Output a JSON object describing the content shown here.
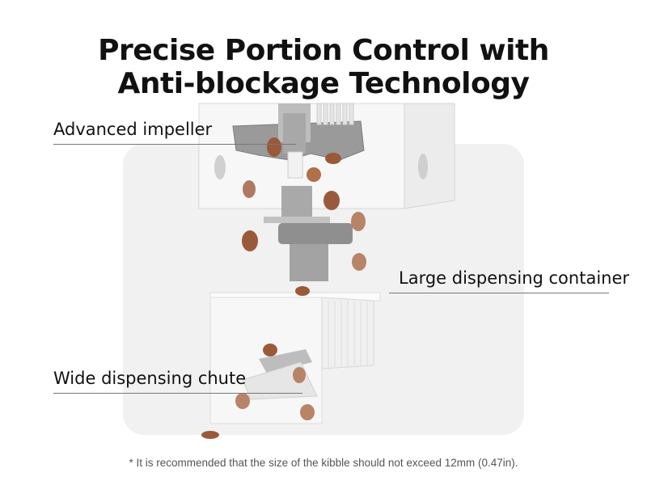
{
  "title": {
    "line1": "Precise Portion Control with",
    "line2": "Anti-blockage Technology"
  },
  "callouts": {
    "impeller": "Advanced impeller",
    "container": "Large dispensing container",
    "chute": "Wide dispensing chute"
  },
  "footnote": "* It is recommended that the size of the kibble should not exceed 12mm (0.47in).",
  "colors": {
    "background": "#ffffff",
    "stage": "#f1f1f1",
    "kibble": "#9a5a3a",
    "plastic_white": "#f7f7f7",
    "gear_gray": "#8f8f8f"
  }
}
